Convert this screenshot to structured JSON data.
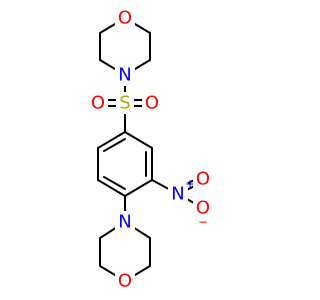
{
  "molecule": {
    "atoms": {
      "o_top": {
        "symbol": "O",
        "color": "#ff0000"
      },
      "n_top": {
        "symbol": "N",
        "color": "#0000ff"
      },
      "s": {
        "symbol": "S",
        "color": "#b5a800"
      },
      "o_s_left": {
        "symbol": "O",
        "color": "#ff0000"
      },
      "o_s_right": {
        "symbol": "O",
        "color": "#ff0000"
      },
      "n_nitro": {
        "symbol": "N",
        "color": "#0000ff",
        "charge": "+"
      },
      "o_nitro_top": {
        "symbol": "O",
        "color": "#ff0000"
      },
      "o_nitro_bottom": {
        "symbol": "O",
        "color": "#ff0000",
        "charge": "−"
      },
      "n_bottom": {
        "symbol": "N",
        "color": "#0000ff"
      },
      "o_bottom": {
        "symbol": "O",
        "color": "#ff0000"
      }
    },
    "colors": {
      "bond": "#000000",
      "oxygen": "#ff0000",
      "nitrogen": "#0000ff",
      "sulfur": "#b5a800"
    }
  }
}
